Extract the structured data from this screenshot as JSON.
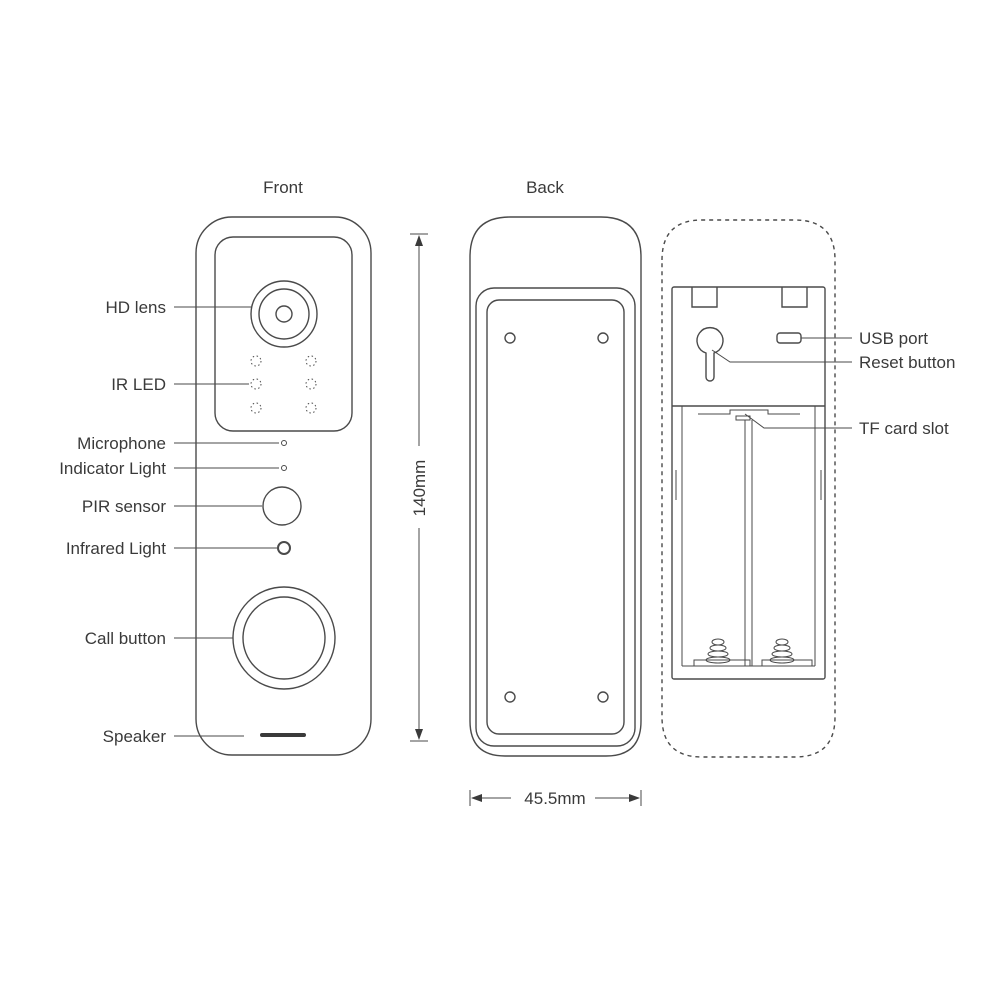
{
  "headings": {
    "front": "Front",
    "back": "Back"
  },
  "labels": {
    "hd_lens": "HD lens",
    "ir_led": "IR LED",
    "microphone": "Microphone",
    "indicator_light": "Indicator Light",
    "pir_sensor": "PIR sensor",
    "infrared_light": "Infrared Light",
    "call_button": "Call button",
    "speaker": "Speaker",
    "usb_port": "USB port",
    "reset_button": "Reset button",
    "tf_card_slot": "TF card slot"
  },
  "dimensions": {
    "height": "140mm",
    "width": "45.5mm"
  }
}
